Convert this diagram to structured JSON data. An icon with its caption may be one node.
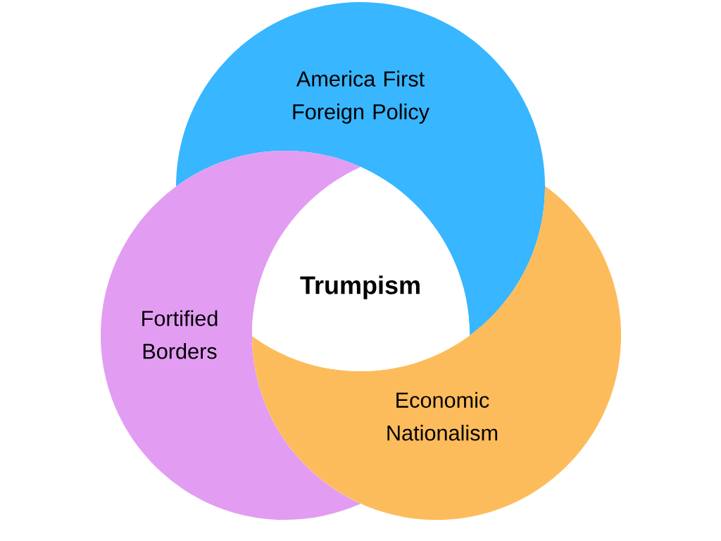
{
  "diagram": {
    "nodes": [
      {
        "text": [
          "America First Foreign Policy"
        ]
      },
      {
        "text": [
          "Fortified Borders"
        ]
      },
      {
        "text": [
          "Economic Nationalism"
        ]
      },
      {
        "text": [
          "Trumpism"
        ]
      }
    ]
  }
}
